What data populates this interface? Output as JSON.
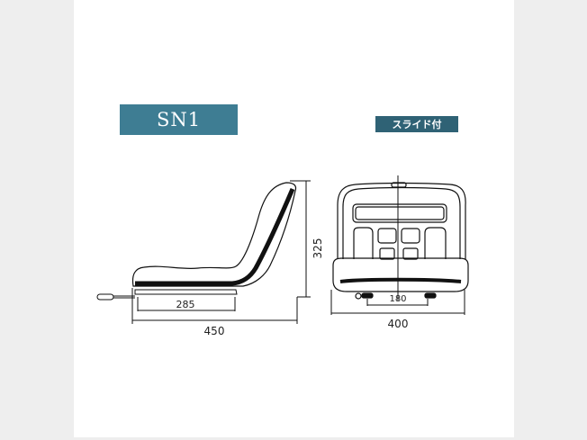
{
  "model": {
    "name": "SN1",
    "badge_color": "#3e7d93"
  },
  "feature_badge": {
    "label": "スライド付",
    "color": "#2f6275"
  },
  "side_view": {
    "dimensions": {
      "base_length": "285",
      "total_length": "450",
      "height": "325"
    }
  },
  "front_view": {
    "dimensions": {
      "rail_spacing": "180",
      "total_width": "400"
    }
  }
}
